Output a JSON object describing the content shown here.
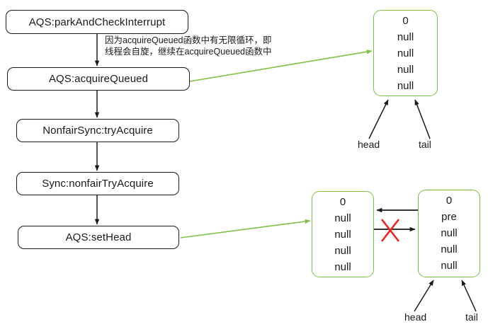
{
  "diagram": {
    "title": "AQS acquireQueued flow and node queue state",
    "colors": {
      "box_border": "#1a1a1a",
      "node_border": "#7DC142",
      "green_arrow": "#7DC142",
      "black_arrow": "#1a1a1a",
      "cross": "#ee2222",
      "background": "#ffffff"
    },
    "flow_boxes": [
      {
        "id": "park",
        "label": "AQS:parkAndCheckInterrupt"
      },
      {
        "id": "acquire",
        "label": "AQS:acquireQueued"
      },
      {
        "id": "tryacq",
        "label": "NonfairSync:tryAcquire"
      },
      {
        "id": "nonfair",
        "label": "Sync:nonfairTryAcquire"
      },
      {
        "id": "sethead",
        "label": "AQS:setHead"
      }
    ],
    "annotation": {
      "line1": "因为acquireQueued函数中有无限循环，即",
      "line2": "线程会自旋，继续在acquireQueued函数中"
    },
    "nodes": {
      "top": {
        "id": "node-top",
        "cells": [
          "0",
          "null",
          "null",
          "null",
          "null"
        ],
        "pointers": [
          {
            "label": "head"
          },
          {
            "label": "tail"
          }
        ]
      },
      "bottom_left": {
        "id": "node-bottom-left",
        "cells": [
          "0",
          "null",
          "null",
          "null",
          "null"
        ],
        "pointers": []
      },
      "bottom_right": {
        "id": "node-bottom-right",
        "cells": [
          "0",
          "pre",
          "null",
          "null",
          "null"
        ],
        "pointers": [
          {
            "label": "head"
          },
          {
            "label": "tail"
          }
        ]
      }
    },
    "link_marks": {
      "broken_link": "×"
    }
  }
}
